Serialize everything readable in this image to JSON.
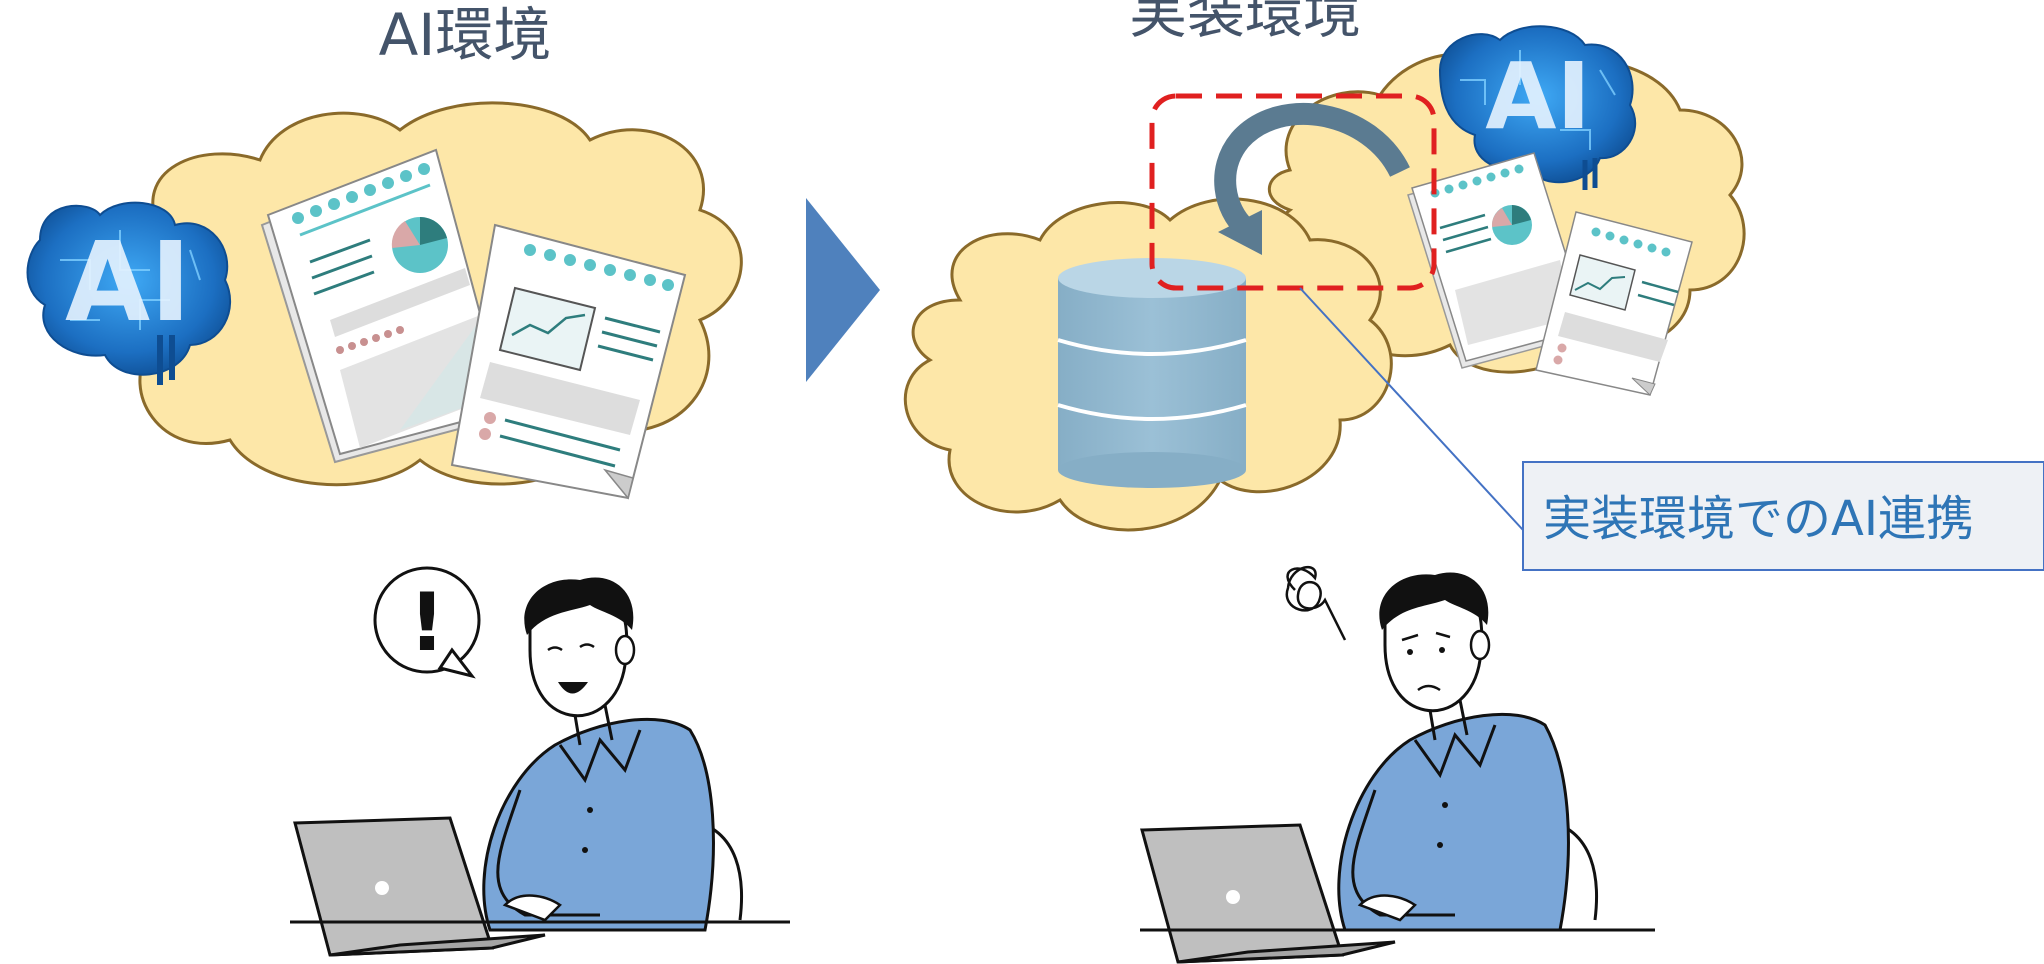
{
  "left_panel": {
    "title": "AI環境",
    "ai_badge": "AI",
    "speech_symbol": "!"
  },
  "right_panel": {
    "title": "実装環境",
    "ai_badge": "AI"
  },
  "callout": {
    "label": "実装環境でのAI連携"
  },
  "colors": {
    "cloud_fill": "#FDE7A8",
    "cloud_stroke": "#8A6A2A",
    "arrow_blue": "#4F81BD",
    "database": "#8DB3C9",
    "shirt": "#7AA6D8",
    "dashed_red": "#E02020",
    "curved_arrow": "#5B7B91",
    "callout_border": "#4472C4",
    "callout_fill": "#EEF1F5"
  }
}
